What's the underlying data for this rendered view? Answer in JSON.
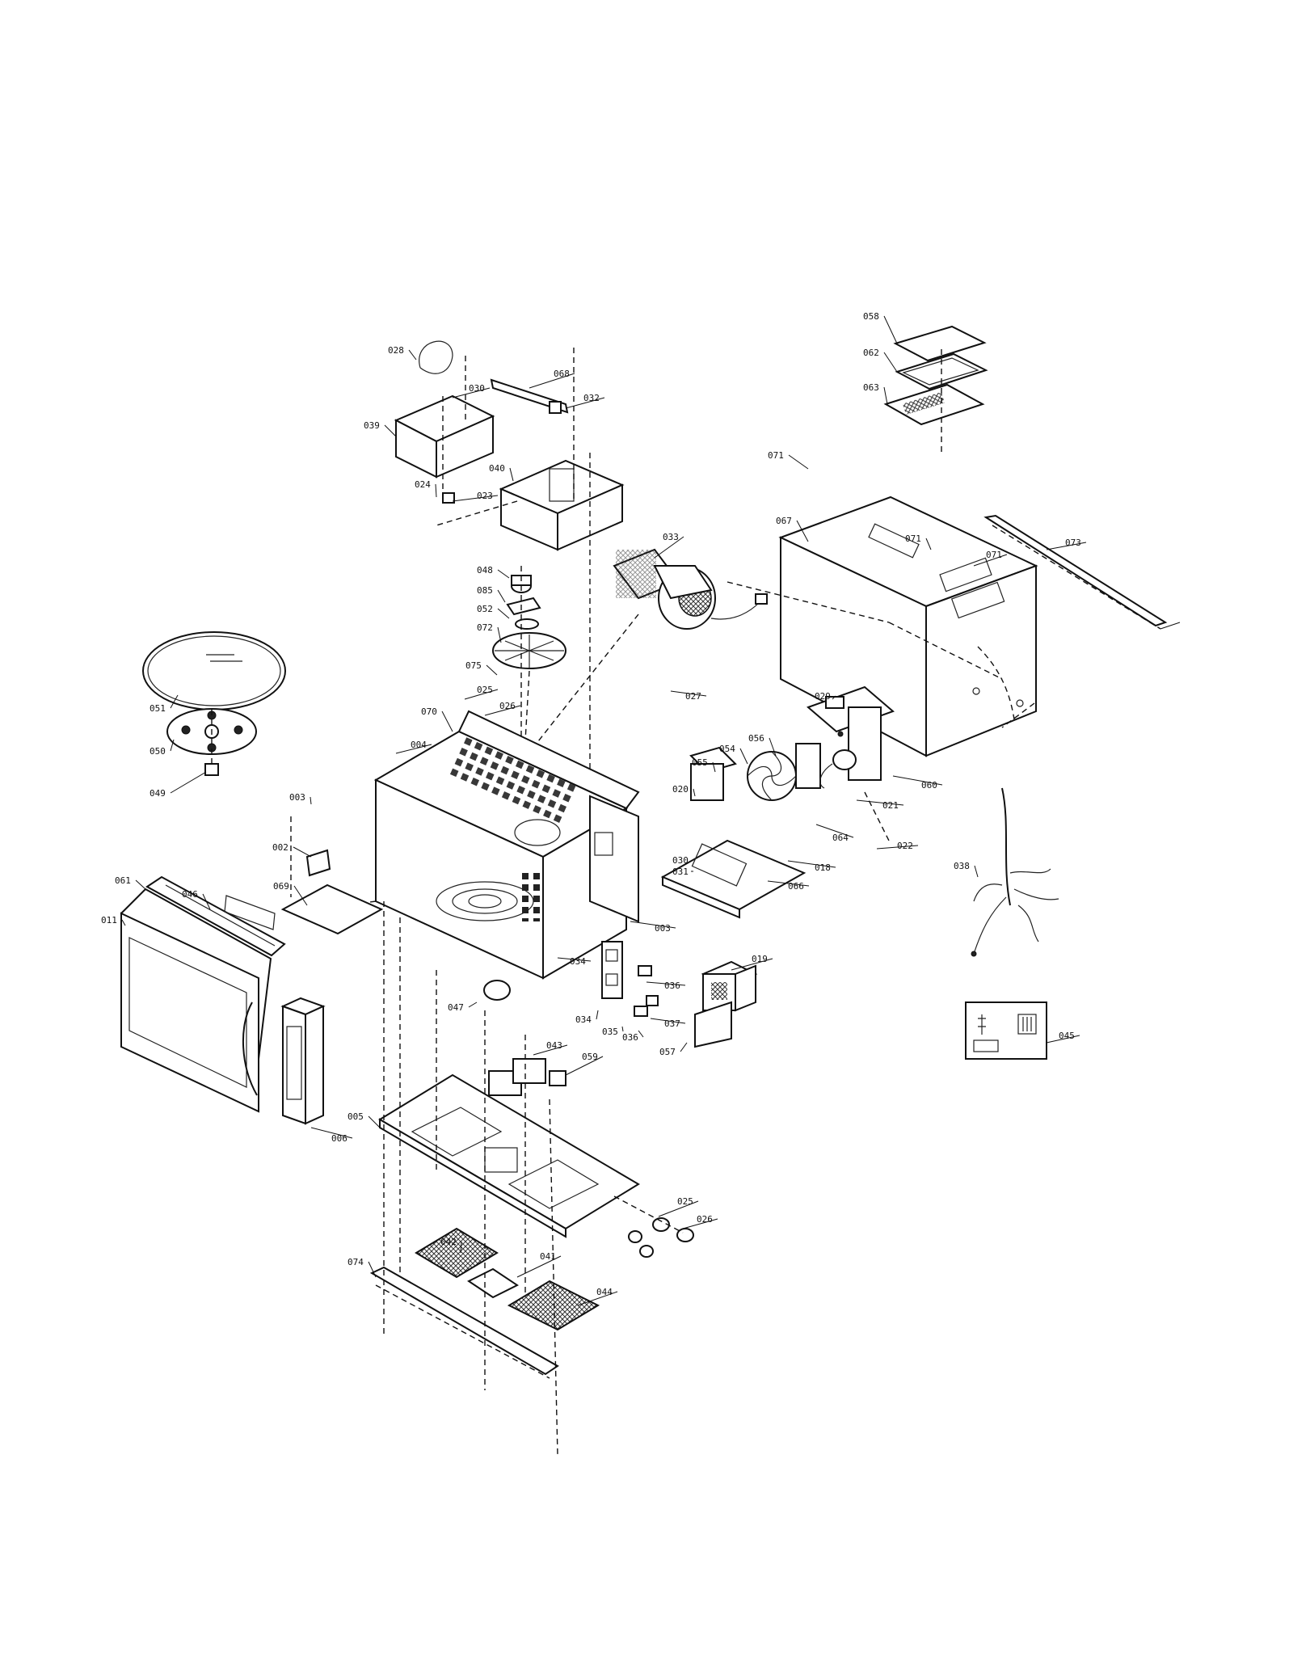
{
  "diagram": {
    "parts": [
      {
        "id": "p058",
        "label": "058"
      },
      {
        "id": "p062",
        "label": "062"
      },
      {
        "id": "p063",
        "label": "063"
      },
      {
        "id": "p071a",
        "label": "071"
      },
      {
        "id": "p067",
        "label": "067"
      },
      {
        "id": "p071b",
        "label": "071"
      },
      {
        "id": "p071c",
        "label": "071"
      },
      {
        "id": "p073",
        "label": "073"
      },
      {
        "id": "p028a",
        "label": "028"
      },
      {
        "id": "p030a",
        "label": "030"
      },
      {
        "id": "p068",
        "label": "068"
      },
      {
        "id": "p032",
        "label": "032"
      },
      {
        "id": "p039",
        "label": "039"
      },
      {
        "id": "p040",
        "label": "040"
      },
      {
        "id": "p024",
        "label": "024"
      },
      {
        "id": "p023",
        "label": "023"
      },
      {
        "id": "p033",
        "label": "033"
      },
      {
        "id": "p048",
        "label": "048"
      },
      {
        "id": "p085",
        "label": "085"
      },
      {
        "id": "p052",
        "label": "052"
      },
      {
        "id": "p072",
        "label": "072"
      },
      {
        "id": "p075",
        "label": "075"
      },
      {
        "id": "p025a",
        "label": "025"
      },
      {
        "id": "p026a",
        "label": "026"
      },
      {
        "id": "p027",
        "label": "027"
      },
      {
        "id": "p070",
        "label": "070"
      },
      {
        "id": "p051",
        "label": "051"
      },
      {
        "id": "p050",
        "label": "050"
      },
      {
        "id": "p049",
        "label": "049"
      },
      {
        "id": "p004",
        "label": "004"
      },
      {
        "id": "p029",
        "label": "029"
      },
      {
        "id": "p056",
        "label": "056"
      },
      {
        "id": "p054",
        "label": "054"
      },
      {
        "id": "p055",
        "label": "055"
      },
      {
        "id": "p060",
        "label": "060"
      },
      {
        "id": "p021",
        "label": "021"
      },
      {
        "id": "p064",
        "label": "064"
      },
      {
        "id": "p020",
        "label": "020"
      },
      {
        "id": "p030b",
        "label": "030"
      },
      {
        "id": "p031",
        "label": "031"
      },
      {
        "id": "p018",
        "label": "018"
      },
      {
        "id": "p066",
        "label": "066"
      },
      {
        "id": "p022",
        "label": "022"
      },
      {
        "id": "p003a",
        "label": "003"
      },
      {
        "id": "p002",
        "label": "002"
      },
      {
        "id": "p038",
        "label": "038"
      },
      {
        "id": "p061",
        "label": "061"
      },
      {
        "id": "p046",
        "label": "046"
      },
      {
        "id": "p069",
        "label": "069"
      },
      {
        "id": "p011",
        "label": "011"
      },
      {
        "id": "p003b",
        "label": "003"
      },
      {
        "id": "p034a",
        "label": "034"
      },
      {
        "id": "p019",
        "label": "019"
      },
      {
        "id": "p036a",
        "label": "036"
      },
      {
        "id": "p047",
        "label": "047"
      },
      {
        "id": "p034b",
        "label": "034"
      },
      {
        "id": "p035",
        "label": "035"
      },
      {
        "id": "p036b",
        "label": "036"
      },
      {
        "id": "p037",
        "label": "037"
      },
      {
        "id": "p057",
        "label": "057"
      },
      {
        "id": "p045",
        "label": "045"
      },
      {
        "id": "p043",
        "label": "043"
      },
      {
        "id": "p059",
        "label": "059"
      },
      {
        "id": "p005",
        "label": "005"
      },
      {
        "id": "p006",
        "label": "006"
      },
      {
        "id": "p025b",
        "label": "025"
      },
      {
        "id": "p026b",
        "label": "026"
      },
      {
        "id": "p042",
        "label": "042"
      },
      {
        "id": "p041",
        "label": "041"
      },
      {
        "id": "p074",
        "label": "074"
      },
      {
        "id": "p044",
        "label": "044"
      }
    ]
  }
}
